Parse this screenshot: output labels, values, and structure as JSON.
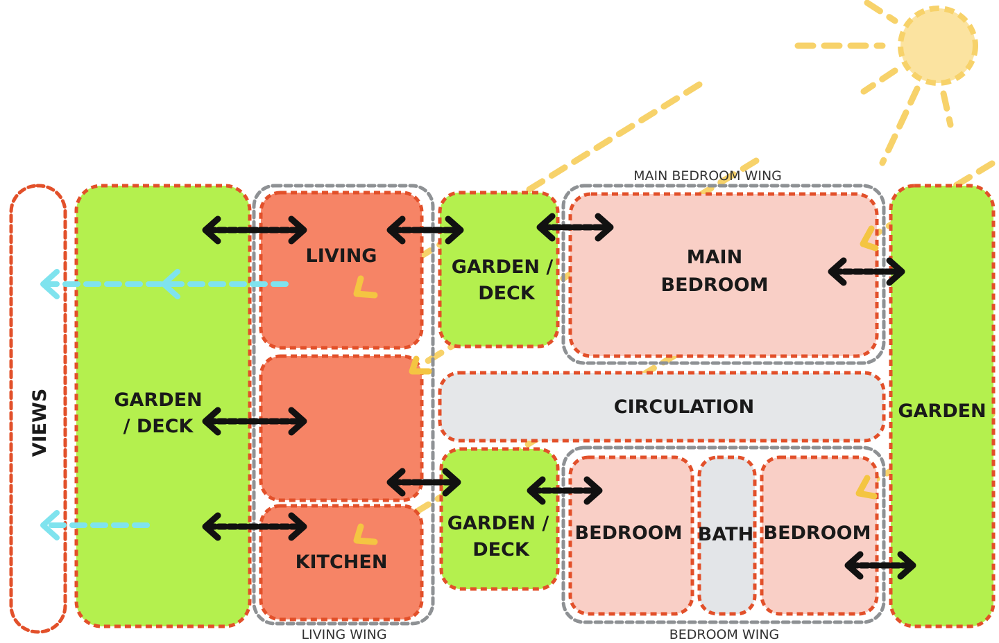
{
  "labels": {
    "views": "VIEWS",
    "garden_deck_left_l1": "GARDEN",
    "garden_deck_left_l2": "/ DECK",
    "living": "LIVING",
    "kitchen": "KITCHEN",
    "garden_deck_top_l1": "GARDEN /",
    "garden_deck_top_l2": "DECK",
    "garden_deck_bottom_l1": "GARDEN /",
    "garden_deck_bottom_l2": "DECK",
    "main_bedroom_l1": "MAIN",
    "main_bedroom_l2": "BEDROOM",
    "circulation": "CIRCULATION",
    "bedroom_left": "BEDROOM",
    "bath": "BATH",
    "bedroom_right": "BEDROOM",
    "garden_right": "GARDEN",
    "main_bedroom_wing": "MAIN BEDROOM  WING",
    "living_wing": "LIVING  WING",
    "bedroom_wing": "BEDROOM  WING"
  },
  "colors": {
    "garden": "#b4f04e",
    "living": "#f68466",
    "bedroom": "#f9cfc6",
    "circulation": "#e5e7e9",
    "bath": "#e3e5e8",
    "views": "#ffffff",
    "zone_outline": "#e2502a",
    "wing_outline": "#8e9194",
    "sun": "#f7d26a",
    "view_arrow": "#7fe3ee",
    "connection_arrow": "#111111"
  },
  "icons": {
    "sun": "sun-icon",
    "connection": "double-arrow-icon",
    "view": "view-arrow-icon",
    "sunlight": "sunlight-chevron-icon"
  }
}
